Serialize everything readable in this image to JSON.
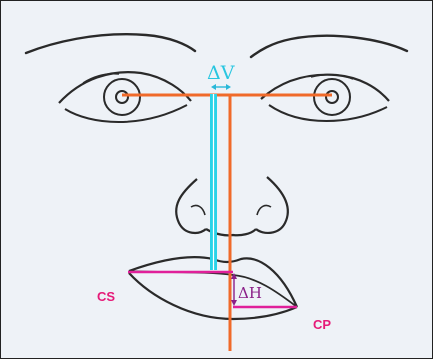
{
  "labels": {
    "delta_v": "ΔV",
    "delta_h": "ΔH",
    "cs": "CS",
    "cp": "CP"
  },
  "colors": {
    "background": "#eef2f7",
    "sketch": "#2a2a2a",
    "orange_lines": "#f06a2a",
    "cyan_line": "#29d3e8",
    "magenta": "#e0209a",
    "purple": "#8a1f88",
    "label_pink": "#e61a78"
  }
}
